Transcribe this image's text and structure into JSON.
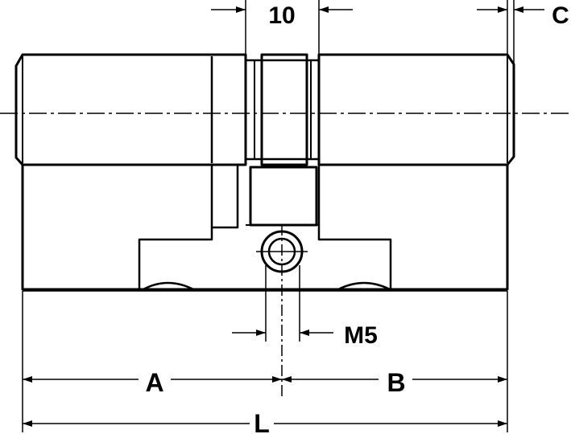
{
  "colors": {
    "ink": "#000000",
    "paper": "#ffffff"
  },
  "labels": {
    "gap_width": "10",
    "cam_offset": "C",
    "screw_size": "M5",
    "length_a": "A",
    "length_b": "B",
    "total_length": "L"
  }
}
